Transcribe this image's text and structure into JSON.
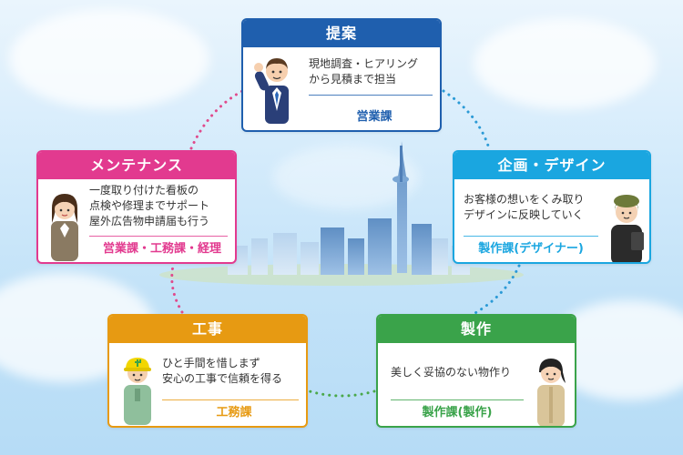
{
  "colors": {
    "proposal": "#1f5fae",
    "planning": "#1aa6e0",
    "maintenance": "#e23a8f",
    "construction": "#e79a12",
    "production": "#3aa34a",
    "dots_blue": "#2b9ad6",
    "dots_pink": "#e04a8c",
    "dots_green": "#4aa84a",
    "dots_orange": "#e8981a"
  },
  "cards": {
    "proposal": {
      "title": "提案",
      "lines": [
        "現地調査・ヒアリング",
        "から見積まで担当"
      ],
      "dept": "営業課",
      "icon": "businessman-icon"
    },
    "planning": {
      "title": "企画・デザイン",
      "lines": [
        "お客様の想いをくみ取り",
        "デザインに反映していく"
      ],
      "dept": "製作課(デザイナー)",
      "icon": "designer-icon"
    },
    "maintenance": {
      "title": "メンテナンス",
      "lines": [
        "一度取り付けた看板の",
        "点検や修理までサポート",
        "屋外広告物申請届も行う"
      ],
      "dept": "営業課・工務課・経理",
      "icon": "office-woman-icon"
    },
    "construction": {
      "title": "工事",
      "lines": [
        "ひと手間を惜しまず",
        "安心の工事で信頼を得る"
      ],
      "dept": "工務課",
      "icon": "construction-worker-icon"
    },
    "production": {
      "title": "製作",
      "lines": [
        "美しく妥協のない物作り"
      ],
      "dept": "製作課(製作)",
      "icon": "factory-worker-icon"
    }
  }
}
